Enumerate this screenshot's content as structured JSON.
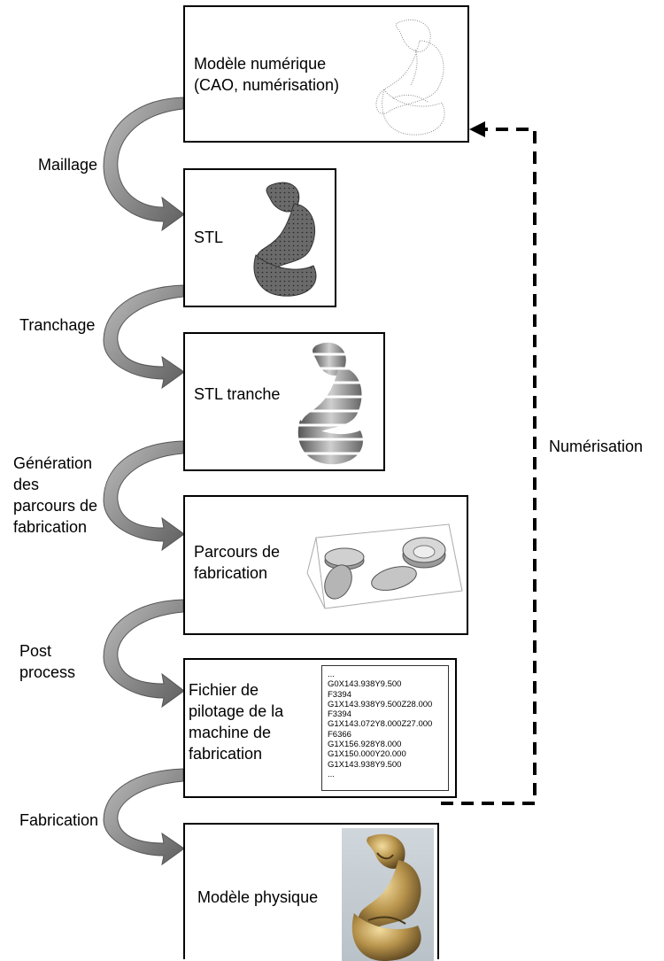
{
  "boxes": {
    "digital_model": "Modèle numérique\n(CAO, numérisation)",
    "stl": "STL",
    "sliced_stl": "STL tranche",
    "toolpaths": "Parcours de\nfabrication",
    "control_file": "Fichier de\npilotage de la\nmachine de\nfabrication",
    "physical_model": "Modèle physique"
  },
  "steps": {
    "meshing": "Maillage",
    "slicing": "Tranchage",
    "toolpath_generation": "Génération\ndes\nparcours de\nfabrication",
    "post_process": "Post\nprocess",
    "manufacturing": "Fabrication"
  },
  "feedback_label": "Numérisation",
  "gcode_lines": [
    "...",
    "G0X143.938Y9.500",
    "F3394",
    "G1X143.938Y9.500Z28.000",
    "F3394",
    "G1X143.072Y8.000Z27.000",
    "F6366",
    "G1X156.928Y8.000",
    "G1X150.000Y20.000",
    "G1X143.938Y9.500",
    "..."
  ],
  "colors": {
    "arrow_fill": "#7f7f7f",
    "line": "#000000",
    "photo_gold": "#b8944c"
  }
}
